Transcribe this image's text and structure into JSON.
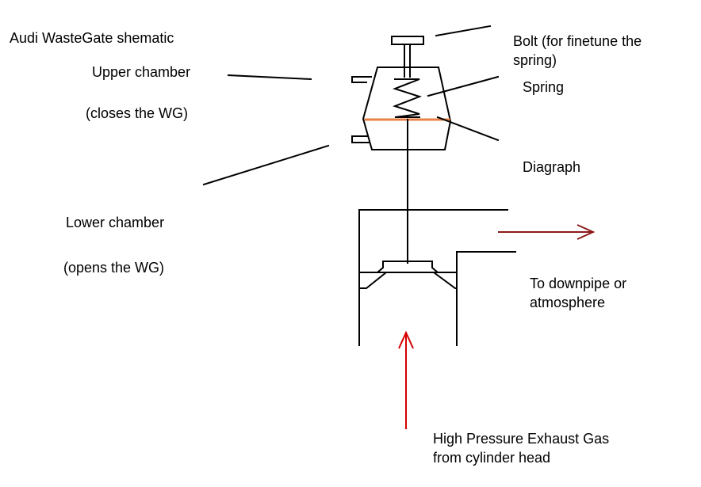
{
  "title": "Audi WasteGate shematic",
  "labels": {
    "upper_chamber": "Upper chamber",
    "closes_wg": "(closes the WG)",
    "lower_chamber": "Lower chamber",
    "opens_wg": "(opens the WG)",
    "bolt_line1": "Bolt (for finetune the",
    "bolt_line2": "spring)",
    "spring": "Spring",
    "diagraph": "Diagraph",
    "downpipe_line1": "To downpipe or",
    "downpipe_line2": "atmosphere",
    "exhaust_line1": "High Pressure Exhaust Gas",
    "exhaust_line2": "from cylinder head"
  },
  "colors": {
    "line": "#000000",
    "diaphragm": "#e8804a",
    "flow_out_arrow": "#8b1a1a",
    "flow_in_arrow": "#d40000",
    "background": "#ffffff"
  }
}
